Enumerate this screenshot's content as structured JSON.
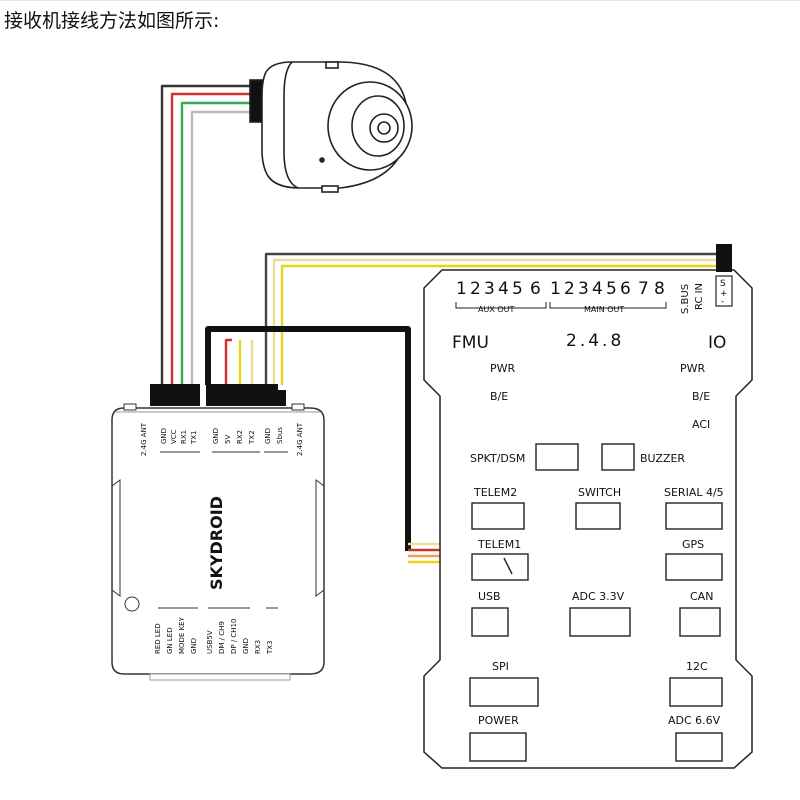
{
  "title": "接收机接线方法如图所示:",
  "receiver": {
    "brand": "SKYDROID",
    "top_left_pins": [
      "2.4G ANT",
      "GND",
      "VCC",
      "RX1",
      "TX1"
    ],
    "top_right_pins": [
      "GND",
      "5V",
      "RX2",
      "TX2",
      "GND",
      "Sbus",
      "2.4G ANT"
    ],
    "bottom_left_pins": [
      "RED LED",
      "GN LED",
      "MODE KEY",
      "GND"
    ],
    "bottom_mid_pins": [
      "USB5V",
      "DM / CH9",
      "DP / CH10",
      "GND",
      "RX3",
      "TX3"
    ]
  },
  "fc": {
    "aux_numbers": [
      "1",
      "2",
      "3",
      "4",
      "5",
      "6"
    ],
    "main_numbers": [
      "1",
      "2",
      "3",
      "4",
      "5",
      "6",
      "7",
      "8"
    ],
    "aux_out": "AUX OUT",
    "main_out": "MAIN OUT",
    "sbus": "S.BUS",
    "rcin": "RC IN",
    "fmu": "FMU",
    "version": "2.4.8",
    "io": "IO",
    "pwr_left": "PWR",
    "be_left": "B/E",
    "pwr_right": "PWR",
    "be_right": "B/E",
    "aci": "ACI",
    "spkt": "SPKT/DSM",
    "buzzer": "BUZZER",
    "telem2": "TELEM2",
    "switch": "SWITCH",
    "serial45": "SERIAL 4/5",
    "telem1": "TELEM1",
    "gps": "GPS",
    "usb": "USB",
    "adc33": "ADC 3.3V",
    "can": "CAN",
    "spi": "SPI",
    "i2c": "12C",
    "power": "POWER",
    "adc66": "ADC 6.6V",
    "rc_pins": [
      "S",
      "+",
      "-"
    ]
  },
  "colors": {
    "wire_red": "#d23030",
    "wire_green": "#34a853",
    "wire_yellow": "#e8d21c",
    "wire_orange": "#f0a24a",
    "wire_black": "#111111"
  }
}
